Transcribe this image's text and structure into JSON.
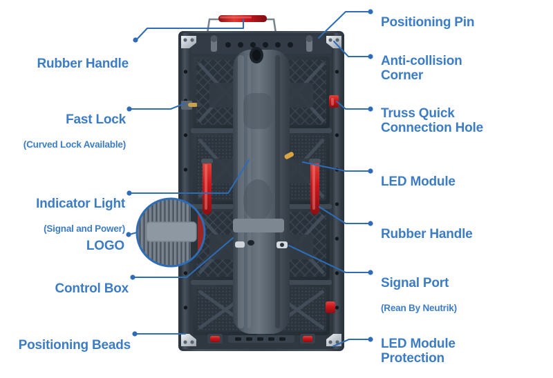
{
  "diagram": {
    "title": "LED Display Cabinet Feature Callouts",
    "accent_color": "#3c7cc4",
    "line_color": "#2e6cb5",
    "background_color": "#ffffff",
    "cabinet_body_color": "#3a444e",
    "handle_color": "#d81f26",
    "logo_plate_color": "#8d98a3"
  },
  "callouts": {
    "rubber_handle_top": {
      "label": "Rubber Handle",
      "sub": ""
    },
    "fast_lock": {
      "label": "Fast Lock",
      "sub": "(Curved Lock Available)"
    },
    "indicator_light": {
      "label": "Indicator Light",
      "sub": "(Signal and Power)"
    },
    "logo": {
      "label": "LOGO",
      "sub": ""
    },
    "control_box": {
      "label": "Control Box",
      "sub": ""
    },
    "positioning_beads": {
      "label": "Positioning Beads",
      "sub": ""
    },
    "positioning_pin": {
      "label": "Positioning Pin",
      "sub": ""
    },
    "anti_collision": {
      "label": "Anti-collision\nCorner",
      "sub": ""
    },
    "truss_hole": {
      "label": "Truss Quick\nConnection Hole",
      "sub": ""
    },
    "led_module": {
      "label": "LED Module",
      "sub": ""
    },
    "rubber_handle_side": {
      "label": "Rubber Handle",
      "sub": ""
    },
    "signal_port": {
      "label": "Signal Port",
      "sub": "(Rean By Neutrik)"
    },
    "led_protection": {
      "label": "LED Module\nProtection",
      "sub": ""
    }
  }
}
